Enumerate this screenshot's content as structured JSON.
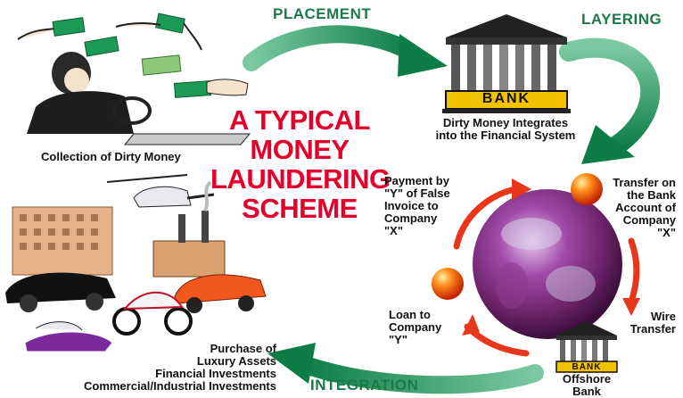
{
  "stages": {
    "placement": "PLACEMENT",
    "layering": "LAYERING",
    "integration": "INTEGRATION"
  },
  "title_lines": [
    "A TYPICAL",
    "MONEY",
    "LAUNDERING",
    "SCHEME"
  ],
  "labels": {
    "collection": "Collection of Dirty Money",
    "bank_caption_1": "Dirty Money Integrates",
    "bank_caption_2": "into the Financial System",
    "bank_sign": "BANK",
    "offshore_sign": "BANK",
    "offshore_1": "Offshore",
    "offshore_2": "Bank",
    "payment": [
      "Payment by",
      "\"Y\" of False",
      "Invoice to",
      "Company",
      "\"X\""
    ],
    "transfer": [
      "Transfer on",
      "the Bank",
      "Account of",
      "Company",
      "\"X\""
    ],
    "loan": [
      "Loan to",
      "Company",
      "\"Y\""
    ],
    "wire": [
      "Wire",
      "Transfer"
    ],
    "purchase": [
      "Purchase of",
      "Luxury Assets",
      "Financial Investments",
      "Commercial/Industrial Investments"
    ]
  },
  "colors": {
    "stage_green": "#1a7a47",
    "title_red": "#e4002b",
    "cycle_red": "#e8361a",
    "bank_yellow": "#f2c200"
  }
}
